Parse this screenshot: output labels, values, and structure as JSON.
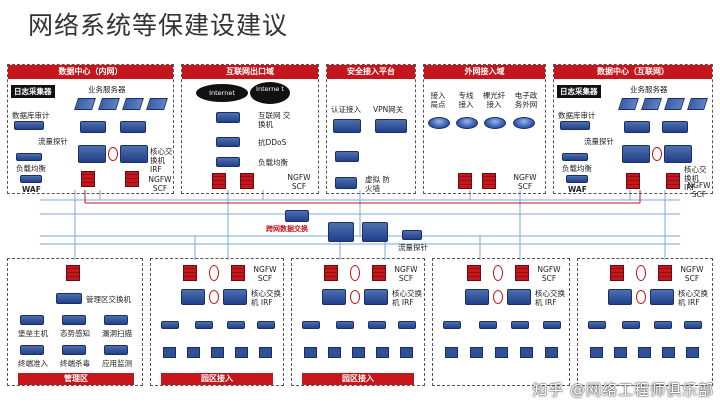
{
  "title": "网络系统等保建设建议",
  "top_panels": {
    "dc_inner": {
      "header": "数据中心（内网）",
      "log_collector": "日志采集器",
      "business_server": "业务服务器",
      "db_audit": "数据库审计",
      "traffic_probe": "流量探针",
      "load_balance": "负载均衡",
      "waf": "WAF",
      "core_switch": "核心交换机 IRF",
      "ngfw": "NGFW SCF"
    },
    "internet_exit": {
      "header": "互联网出口域",
      "internet1": "Internet",
      "internet2": "Interne t",
      "inet_switch": "互联网 交换机",
      "anti_ddos": "抗DDoS",
      "load_balance": "负载均衡",
      "ngfw": "NGFW SCF"
    },
    "security_access": {
      "header": "安全接入平台",
      "auth_access": "认证接入",
      "vpn_gateway": "VPN网关",
      "virtual_fw": "虚拟 防火墙"
    },
    "external_access": {
      "header": "外网接入域",
      "items": [
        "接入 局点",
        "专线 接入",
        "裸光纤 接入",
        "电子政 务外网"
      ],
      "ngfw": "NGFW SCF"
    },
    "dc_internet": {
      "header": "数据中心（互联网）",
      "log_collector": "日志采集器",
      "business_server": "业务服务器",
      "db_audit": "数据库审计",
      "traffic_probe": "流量探针",
      "load_balance": "负载均衡",
      "waf": "WAF",
      "core_switch": "核心交换机 IRF",
      "ngfw": "NGFW SCF"
    }
  },
  "center": {
    "cross_dc_switch": "跨网数据交换",
    "traffic_probe": "流量探针"
  },
  "bottom_panels": {
    "mgmt": {
      "footer": "管理区",
      "mgmt_switch": "管理区交换机",
      "bastion": "堡垒主机",
      "situation": "态势感知",
      "vuln_scan": "漏洞扫描",
      "terminal_access": "终端准入",
      "terminal_av": "终端杀毒",
      "app_monitor": "应用监测"
    },
    "campus": [
      {
        "footer": "园区接入",
        "ngfw": "NGFW SCF",
        "core": "核心交换机 IRF"
      },
      {
        "footer": "园区接入",
        "ngfw": "NGFW SCF",
        "core": "核心交换机 IRF"
      },
      {
        "footer": "",
        "ngfw": "NGFW SCF",
        "core": "核心交换机 IRF"
      },
      {
        "footer": "",
        "ngfw": "NGFW SCF",
        "core": "核心交换机 IRF"
      }
    ]
  },
  "watermark": "知乎 @网络工程师俱乐部",
  "colors": {
    "accent": "#c4161c",
    "device": "#2f4f97",
    "line": "#7fa7d8"
  }
}
